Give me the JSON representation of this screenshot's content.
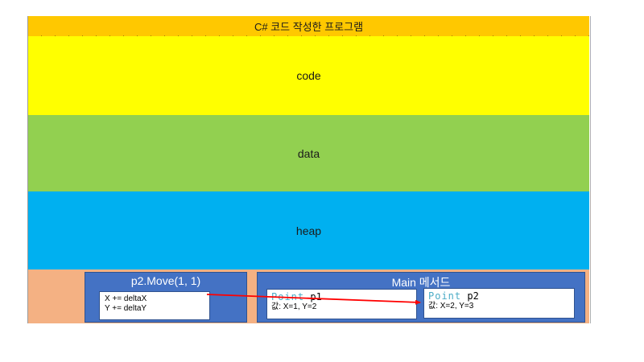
{
  "title": "C# 코드 작성한 프로그램",
  "segments": {
    "code": "code",
    "data": "data",
    "heap": "heap"
  },
  "stack": {
    "frames": [
      {
        "title": "p2.Move(1, 1)",
        "lines": [
          "X += deltaX",
          "Y += deltaY"
        ]
      },
      {
        "title": "Main 메서드",
        "vars": [
          {
            "type": "Point",
            "name": "p1",
            "value": "값: X=1, Y=2"
          },
          {
            "type": "Point",
            "name": "p2",
            "value": "값: X=2, Y=3"
          }
        ]
      }
    ]
  },
  "arrow": {
    "from": "p2.Move(1, 1)",
    "to": "Point p2",
    "color": "#ff0000"
  },
  "colors": {
    "title": "#ffc800",
    "code": "#ffff00",
    "data": "#92d050",
    "heap": "#00b0f0",
    "stack": "#f4b183",
    "frame": "#4472c4"
  }
}
